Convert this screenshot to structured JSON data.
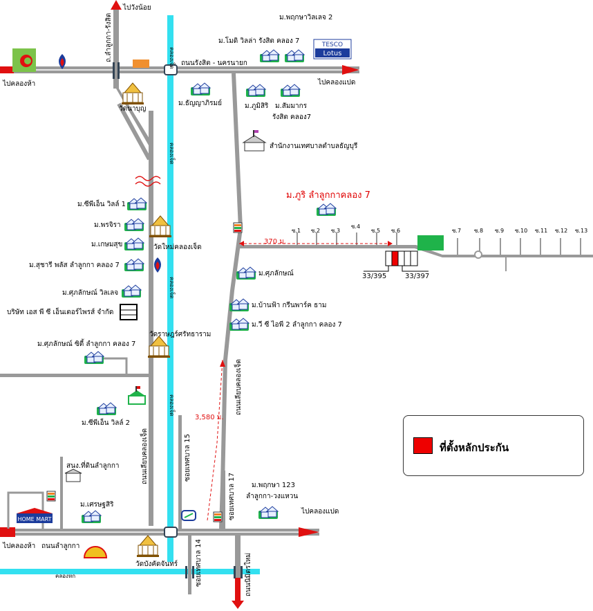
{
  "roads": {
    "to_wang_noi": "ไปวังน้อย",
    "lamlukka_rangsit": "ถ.ลำลูกกา-รังสิต",
    "rangsit_nakhonnayok": "ถนนรังสิต - นครนายก",
    "to_khlong_ha_top": "ไปคลองห้า",
    "to_khlong_paet_top": "ไปคลองแปด",
    "to_khlong_ha_bottom": "ไปคลองห้า",
    "lamlukka_road": "ถนนลำลูกกา",
    "to_khlong_paet_bottom": "ไปคลองแปด",
    "canal_road_khlong_chet_left": "ถนนเลียบคลองเจ็ด",
    "canal_road_khlong_chet_right": "ถนนเลียบคลองเจ็ด",
    "soi_15": "ซอยเทศบาล 15",
    "soi_17": "ซอยเทศบาล 17",
    "soi_14": "ซอยเทศบาล 14",
    "nimit_mai": "ถนนนิมิตรใหม่",
    "khlong_chet_1": "คลองเจ็ด",
    "khlong_chet_2": "คลองเจ็ด",
    "khlong_chet_3": "คลองเจ็ด",
    "khlong_chet_4": "คลองเจ็ด",
    "khlong_hok": "คลองหก"
  },
  "places": {
    "pruksa_2": "ม.พฤกษาวิลเลจ 2",
    "modi_villa": "ม.โมดิ วิลล่า รังสิต คลอง 7",
    "tanya_rom": "ม.ธัญญาภิรมย์",
    "phumisiri": "ม.ภูมิสิริ",
    "sammakorn": "ม.สัมมากร",
    "sammakorn_2": "รังสิต คลอง7",
    "wat_na_boon": "วัดนาบุญ",
    "municipal_office": "สำนักงานเทศบาลตำบลธัญบุรี",
    "phuri": "ม.ภูริ ลำลูกกาคลอง 7",
    "cn_villa_1": "ม.ซีพีเอ็น วิลล์ 1",
    "pornjira": "ม.พรจิรา",
    "kasemsuk": "ม.เกษมสุข",
    "wat_mai": "วัดใหม่คลองเจ็ด",
    "suchari": "ม.สุชารี พลัส ลำลูกกา คลอง 7",
    "suklak_village": "ม.ศุภลักษณ์ วิลเลจ",
    "company": "บริษัท เอส พี ซี เอ็นเตอร์ไพรส์ จำกัด",
    "suklak": "ม.ศุภลักษณ์",
    "baan_fah": "ม.บ้านฟ้า กรีนพาร์ค ธาม",
    "vc_ii": "ม.วี ซี ไอพี 2 ลำลูกกา คลอง 7",
    "wat_rat": "วัดราษฎร์ศรัทธาราม",
    "suklak_city": "ม.ศุภลักษณ์ ซิตี้ ลำลูกกา คลอง 7",
    "cn_villa_2": "ม.ซีพีเอ็น วิลล์ 2",
    "land_office": "สนง.ที่ดินลำลูกกา",
    "sethasiri": "ม.เศรษฐสิริ",
    "pruksa_123": "ม.พฤกษา 123",
    "pruksa_123b": "ลำลูกกา-วงแหวน",
    "wat_bang": "วัดบังคัดจันทร์",
    "home_mart": "HOME MART",
    "tesco": "TESCO",
    "lotus": "Lotus"
  },
  "sois": [
    "ซ.1",
    "ซ.2",
    "ซ.3",
    "ซ.4",
    "ซ.5",
    "ซ.6",
    "ซ.7",
    "ซ.8",
    "ซ.9",
    "ซ.10",
    "ซ.11",
    "ซ.12",
    "ซ.13"
  ],
  "distances": {
    "d370": "370 ม.",
    "d3580": "3,580 ม."
  },
  "plots": {
    "p1": "33/395",
    "p2": "33/397"
  },
  "legend": {
    "label": "ที่ตั้งหลักประกัน",
    "color": "#ee0000"
  },
  "colors": {
    "road": "#999999",
    "canal": "#33e0f0",
    "arrow": "#e01010",
    "house": "#00b050"
  }
}
